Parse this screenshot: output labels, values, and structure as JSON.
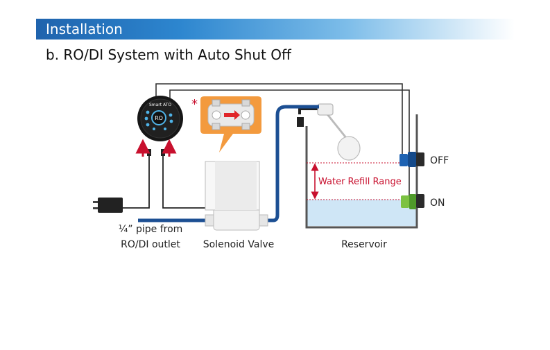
{
  "header": {
    "section_title": "Installation",
    "subtitle": "b. RO/DI System with Auto Shut Off"
  },
  "controller": {
    "brand": "Smart ATO",
    "center": "RO"
  },
  "labels": {
    "pipe_line1": "¼” pipe from",
    "pipe_line2": "RO/DI outlet",
    "solenoid": "Solenoid Valve",
    "reservoir": "Reservoir",
    "water_refill_range": "Water Refill Range",
    "off": "OFF",
    "on": "ON",
    "note_mark": "*"
  },
  "colors": {
    "water": "#cfe6f6",
    "pipe": "#1c4f93",
    "accent_red": "#c8102e",
    "callout_orange": "#f39a3e",
    "sensor_off": "#1e63b3",
    "sensor_on": "#7cc242"
  }
}
